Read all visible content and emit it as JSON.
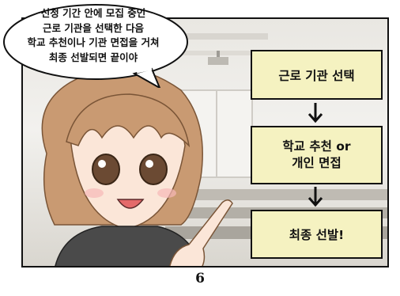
{
  "speech_bubble": {
    "lines": [
      "신청 기간 안에 모집 중인",
      "근로 기관을 선택한 다음",
      "학교 추천이나 기관 면접을 거쳐",
      "최종 선발되면 끝이야"
    ]
  },
  "flowchart": {
    "step1": "근로 기관 선택",
    "step2_line1": "학교 추천 or",
    "step2_line2": "개인 면접",
    "step3": "최종 선발!"
  },
  "page_number": "6",
  "colors": {
    "box_fill": "#f5f2c1",
    "outline": "#111111",
    "hair": "#c99a72",
    "skin": "#fbe6d8"
  }
}
